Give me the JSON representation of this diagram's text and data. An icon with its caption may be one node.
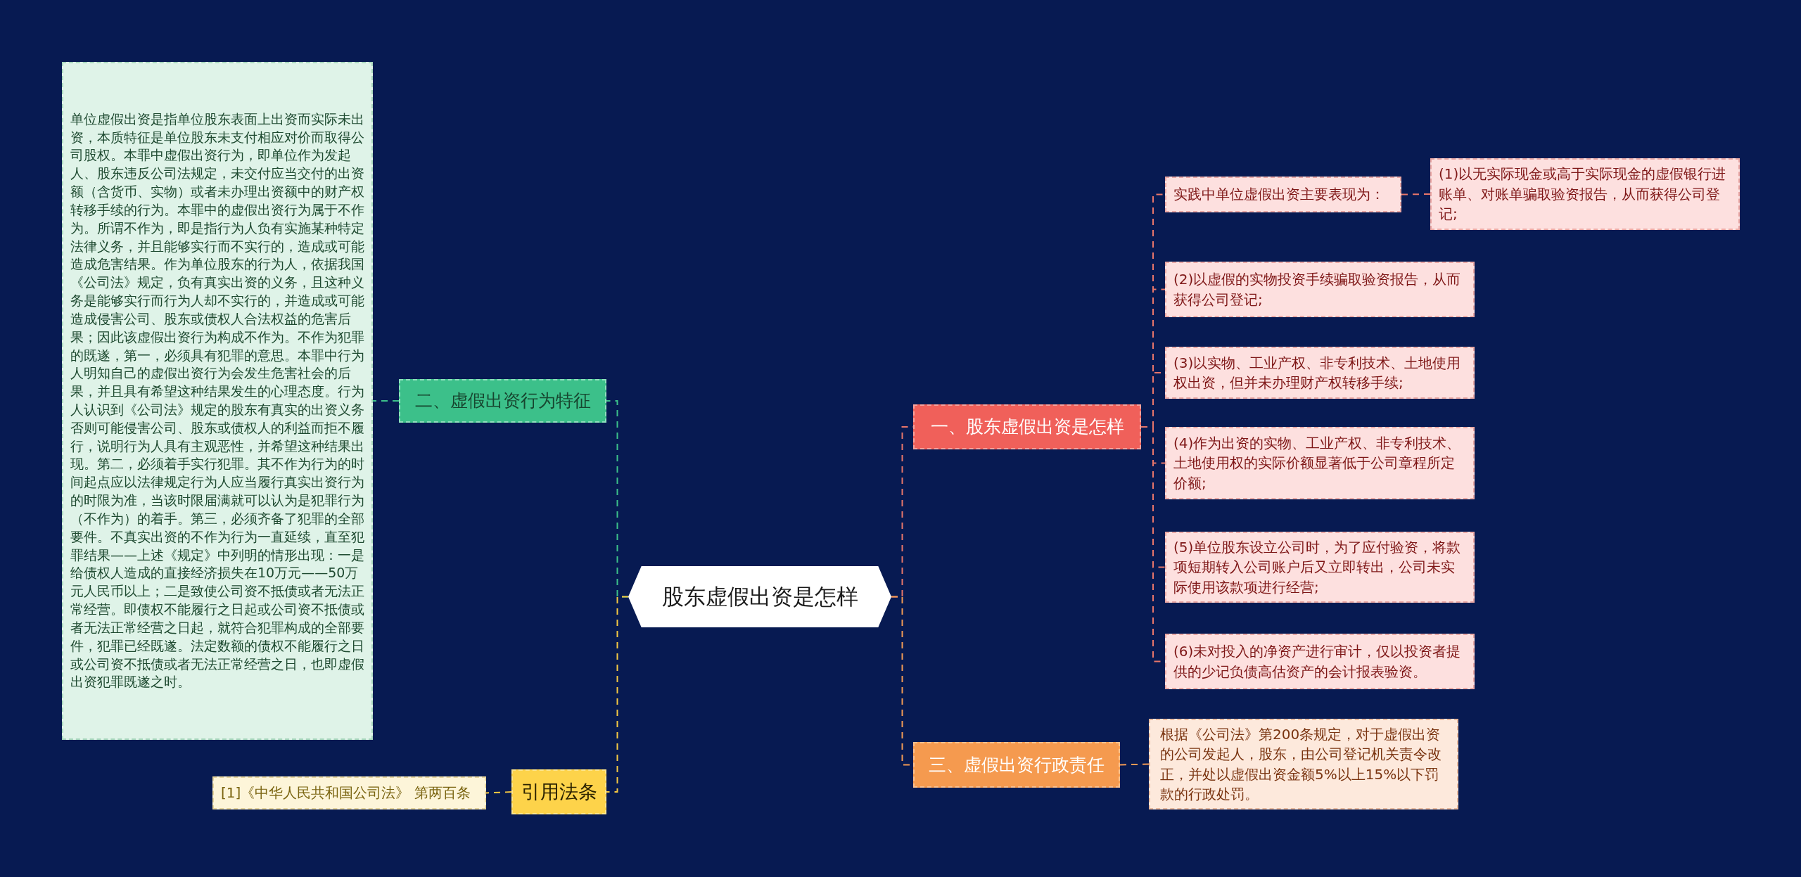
{
  "diagram": {
    "nodes": [
      {
        "text": [
          "股东虚假出资是怎样"
        ]
      },
      {
        "text": [
          "一、股东虚假出资是怎样"
        ]
      },
      {
        "text": [
          "实践中单位虚假出资主要表现为："
        ]
      },
      {
        "text": [
          "(1)以无实际现金或高于实际现金的虚假银行进账单、对账单骗取验资报告，从而获得公司登记;"
        ]
      },
      {
        "text": [
          "(2)以虚假的实物投资手续骗取验资报告，从而获得公司登记;"
        ]
      },
      {
        "text": [
          "(3)以实物、工业产权、非专利技术、土地使用权出资，但并未办理财产权转移手续;"
        ]
      },
      {
        "text": [
          "(4)作为出资的实物、工业产权、非专利技术、土地使用权的实际价额显著低于公司章程所定价额;"
        ]
      },
      {
        "text": [
          "(5)单位股东设立公司时，为了应付验资，将款项短期转入公司账户后又立即转出，公司未实际使用该款项进行经营;"
        ]
      },
      {
        "text": [
          "(6)未对投入的净资产进行审计，仅以投资者提供的少记负债高估资产的会计报表验资。"
        ]
      },
      {
        "text": [
          "三、虚假出资行政责任"
        ]
      },
      {
        "text": [
          "根据《公司法》第200条规定，对于虚假出资的公司发起人，股东，由公司登记机关责令改正，并处以虚假出资金额5%以上15%以下罚款的行政处罚。"
        ]
      },
      {
        "text": [
          "二、虚假出资行为特征"
        ]
      },
      {
        "text": [
          "单位虚假出资是指单位股东表面上出资而实际未出资，本质特征是单位股东未支付相应对价而取得公司股权。本罪中虚假出资行为，即单位作为发起人、股东违反公司法规定，未交付应当交付的出资额（含货币、实物）或者未办理出资额中的财产权转移手续的行为。本罪中的虚假出资行为属于不作为。所谓不作为，即是指行为人负有实施某种特定法律义务，并且能够实行而不实行的，造成或可能造成危害结果。作为单位股东的行为人，依据我国《公司法》规定，负有真实出资的义务，且这种义务是能够实行而行为人却不实行的，并造成或可能造成侵害公司、股东或债权人合法权益的危害后果；因此该虚假出资行为构成不作为。不作为犯罪的既遂，第一，必须具有犯罪的意思。本罪中行为人明知自己的虚假出资行为会发生危害社会的后果，并且具有希望这种结果发生的心理态度。行为人认识到《公司法》规定的股东有真实的出资义务否则可能侵害公司、股东或债权人的利益而拒不履行，说明行为人具有主观恶性，并希望这种结果出现。第二，必须着手实行犯罪。其不作为行为的时间起点应以法律规定行为人应当履行真实出资行为的时限为准，当该时限届满就可以认为是犯罪行为（不作为）的着手。第三，必须齐备了犯罪的全部要件。不真实出资的不作为行为一直延续，直至犯罪结果——上述《规定》中列明的情形出现：一是给债权人造成的直接经济损失在10万元——50万元人民币以上；二是致使公司资不抵债或者无法正常经营。即债权不能履行之日起或公司资不抵债或者无法正常经营之日起，就符合犯罪构成的全部要件，犯罪已经既遂。法定数额的债权不能履行之日或公司资不抵债或者无法正常经营之日，也即虚假出资犯罪既遂之时。"
        ]
      },
      {
        "text": [
          "引用法条"
        ]
      },
      {
        "text": [
          "[1]《中华人民共和国公司法》 第两百条"
        ]
      }
    ],
    "edges": [
      {
        "from": 0,
        "to": 1,
        "arrow": "none",
        "style": "dashed",
        "color": "#e8766a"
      },
      {
        "from": 1,
        "to": 2,
        "arrow": "none",
        "style": "dashed",
        "color": "#e8766a"
      },
      {
        "from": 2,
        "to": 3,
        "arrow": "none",
        "style": "dashed",
        "color": "#e8766a"
      },
      {
        "from": 1,
        "to": 4,
        "arrow": "none",
        "style": "dashed",
        "color": "#e8766a"
      },
      {
        "from": 1,
        "to": 5,
        "arrow": "none",
        "style": "dashed",
        "color": "#e8766a"
      },
      {
        "from": 1,
        "to": 6,
        "arrow": "none",
        "style": "dashed",
        "color": "#e8766a"
      },
      {
        "from": 1,
        "to": 7,
        "arrow": "none",
        "style": "dashed",
        "color": "#e8766a"
      },
      {
        "from": 1,
        "to": 8,
        "arrow": "none",
        "style": "dashed",
        "color": "#e8766a"
      },
      {
        "from": 0,
        "to": 9,
        "arrow": "none",
        "style": "dashed",
        "color": "#f29a55"
      },
      {
        "from": 9,
        "to": 10,
        "arrow": "none",
        "style": "dashed",
        "color": "#f29a55"
      },
      {
        "from": 0,
        "to": 11,
        "arrow": "none",
        "style": "dashed",
        "color": "#3cc08a"
      },
      {
        "from": 11,
        "to": 12,
        "arrow": "none",
        "style": "dashed",
        "color": "#3cc08a"
      },
      {
        "from": 0,
        "to": 13,
        "arrow": "none",
        "style": "dashed",
        "color": "#f5c842"
      },
      {
        "from": 13,
        "to": 14,
        "arrow": "none",
        "style": "dashed",
        "color": "#f5c842"
      }
    ]
  }
}
